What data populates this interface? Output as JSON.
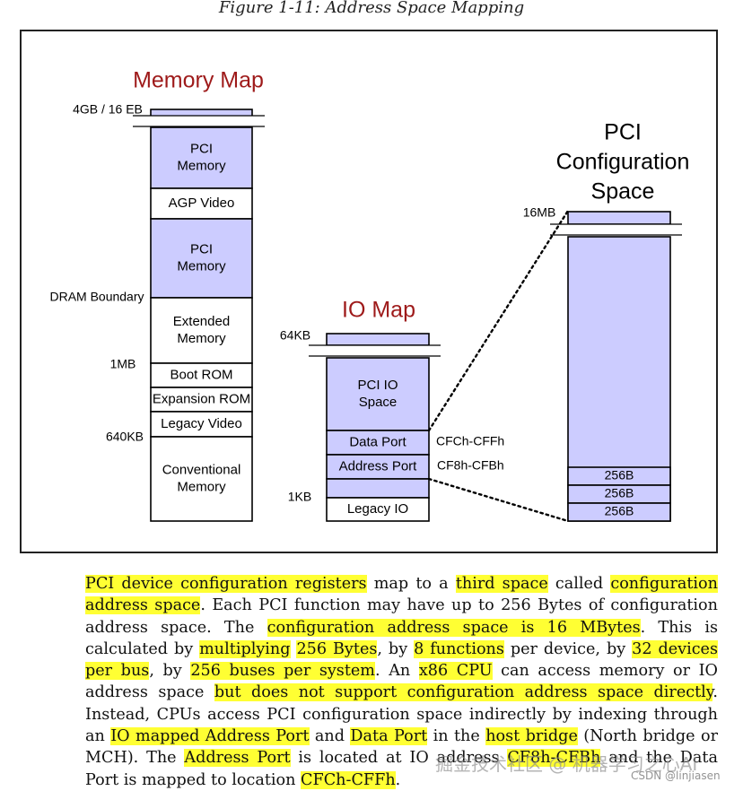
{
  "caption": "Figure 1-11: Address Space Mapping",
  "colors": {
    "region_fill": "#ccccff",
    "box_stroke": "#000000",
    "title_red": "#9e1a1a",
    "highlight": "#ffff33"
  },
  "diagram": {
    "memory_map": {
      "title": "Memory Map",
      "top_label": "4GB / 16 EB",
      "regions": [
        {
          "label": [
            "PCI",
            "Memory"
          ],
          "shaded": true
        },
        {
          "label": [
            "AGP Video"
          ],
          "shaded": false
        },
        {
          "label": [
            "PCI",
            "Memory"
          ],
          "shaded": true
        },
        {
          "label": [
            "Extended",
            "Memory"
          ],
          "shaded": false
        },
        {
          "label": [
            "Boot ROM"
          ],
          "shaded": false
        },
        {
          "label": [
            "Expansion ROM"
          ],
          "shaded": false
        },
        {
          "label": [
            "Legacy Video"
          ],
          "shaded": false
        },
        {
          "label": [
            "Conventional",
            "Memory"
          ],
          "shaded": false
        }
      ],
      "side_labels": [
        "DRAM Boundary",
        "1MB",
        "640KB"
      ]
    },
    "io_map": {
      "title": "IO Map",
      "top_label": "64KB",
      "regions": [
        {
          "label": [
            "PCI IO",
            "Space"
          ],
          "shaded": true
        },
        {
          "label": [
            "Data Port"
          ],
          "shaded": true
        },
        {
          "label": [
            "Address Port"
          ],
          "shaded": true
        },
        {
          "label": [
            ""
          ],
          "shaded": true
        },
        {
          "label": [
            "Legacy IO"
          ],
          "shaded": false
        }
      ],
      "side_labels": [
        "1KB"
      ],
      "port_labels": [
        "CFCh-CFFh",
        "CF8h-CFBh"
      ]
    },
    "config_space": {
      "title": [
        "PCI",
        "Configuration",
        "Space"
      ],
      "top_label": "16MB",
      "blocks": [
        "256B",
        "256B",
        "256B"
      ]
    }
  },
  "paragraph": [
    {
      "t": "PCI device configuration registers",
      "h": true
    },
    {
      "t": " map to a ",
      "h": false
    },
    {
      "t": "third space",
      "h": true
    },
    {
      "t": " called ",
      "h": false
    },
    {
      "t": "configuration address space",
      "h": true
    },
    {
      "t": ". Each PCI function may have up to 256 Bytes of configuration address space. The ",
      "h": false
    },
    {
      "t": "configuration address space is 16 MBytes",
      "h": true
    },
    {
      "t": ". This is calculated by ",
      "h": false
    },
    {
      "t": "multiplying",
      "h": true
    },
    {
      "t": " ",
      "h": false
    },
    {
      "t": "256 Bytes",
      "h": true
    },
    {
      "t": ", by ",
      "h": false
    },
    {
      "t": "8 functions",
      "h": true
    },
    {
      "t": " per device, by ",
      "h": false
    },
    {
      "t": "32 devices per bus",
      "h": true
    },
    {
      "t": ", by ",
      "h": false
    },
    {
      "t": "256 buses per system",
      "h": true
    },
    {
      "t": ". An ",
      "h": false
    },
    {
      "t": "x86 CPU",
      "h": true
    },
    {
      "t": " can access memory or IO address space ",
      "h": false
    },
    {
      "t": "but does not support configuration address space directly",
      "h": true
    },
    {
      "t": ". Instead, CPUs access PCI configuration space indirectly by indexing through an ",
      "h": false
    },
    {
      "t": "IO mapped Address Port",
      "h": true
    },
    {
      "t": " and ",
      "h": false
    },
    {
      "t": "Data Port",
      "h": true
    },
    {
      "t": " in the ",
      "h": false
    },
    {
      "t": "host bridge",
      "h": true
    },
    {
      "t": " (North bridge or MCH). The ",
      "h": false
    },
    {
      "t": "Address Port",
      "h": true
    },
    {
      "t": " is located at IO address ",
      "h": false
    },
    {
      "t": "CF8h-CFBh",
      "h": true
    },
    {
      "t": " and the Data Port is mapped to location ",
      "h": false
    },
    {
      "t": "CFCh-CFFh",
      "h": true
    },
    {
      "t": ".",
      "h": false
    }
  ],
  "watermark": "掘金技术社区 @ 机器学习之心AI",
  "credit": "CSDN @linjiasen"
}
